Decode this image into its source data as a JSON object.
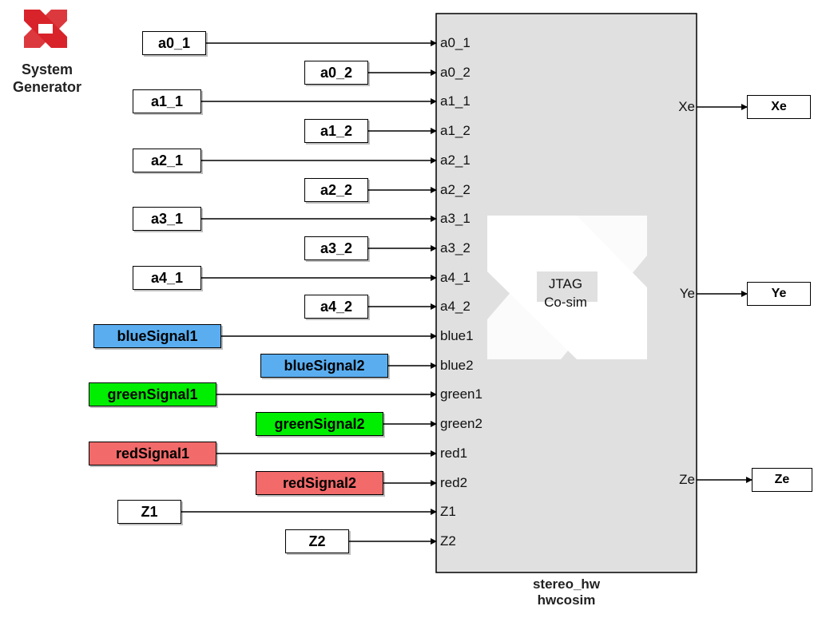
{
  "logo": {
    "line1": "System",
    "line2": "Generator",
    "accent_color": "#d8232a"
  },
  "block": {
    "center_label_line1": "JTAG",
    "center_label_line2": "Co-sim",
    "caption_line1": "stereo_hw",
    "caption_line2": "hwcosim",
    "fill_color": "#e0e0e0"
  },
  "inputs": [
    {
      "source": "a0_1",
      "port": "a0_1",
      "color": "#ffffff"
    },
    {
      "source": "a0_2",
      "port": "a0_2",
      "color": "#ffffff"
    },
    {
      "source": "a1_1",
      "port": "a1_1",
      "color": "#ffffff"
    },
    {
      "source": "a1_2",
      "port": "a1_2",
      "color": "#ffffff"
    },
    {
      "source": "a2_1",
      "port": "a2_1",
      "color": "#ffffff"
    },
    {
      "source": "a2_2",
      "port": "a2_2",
      "color": "#ffffff"
    },
    {
      "source": "a3_1",
      "port": "a3_1",
      "color": "#ffffff"
    },
    {
      "source": "a3_2",
      "port": "a3_2",
      "color": "#ffffff"
    },
    {
      "source": "a4_1",
      "port": "a4_1",
      "color": "#ffffff"
    },
    {
      "source": "a4_2",
      "port": "a4_2",
      "color": "#ffffff"
    },
    {
      "source": "blueSignal1",
      "port": "blue1",
      "color": "#5aaef0"
    },
    {
      "source": "blueSignal2",
      "port": "blue2",
      "color": "#5aaef0"
    },
    {
      "source": "greenSignal1",
      "port": "green1",
      "color": "#00ee00"
    },
    {
      "source": "greenSignal2",
      "port": "green2",
      "color": "#00ee00"
    },
    {
      "source": "redSignal1",
      "port": "red1",
      "color": "#f26a6a"
    },
    {
      "source": "redSignal2",
      "port": "red2",
      "color": "#f26a6a"
    },
    {
      "source": "Z1",
      "port": "Z1",
      "color": "#ffffff"
    },
    {
      "source": "Z2",
      "port": "Z2",
      "color": "#ffffff"
    }
  ],
  "outputs": [
    {
      "port": "Xe",
      "sink": "Xe"
    },
    {
      "port": "Ye",
      "sink": "Ye"
    },
    {
      "port": "Ze",
      "sink": "Ze"
    }
  ]
}
